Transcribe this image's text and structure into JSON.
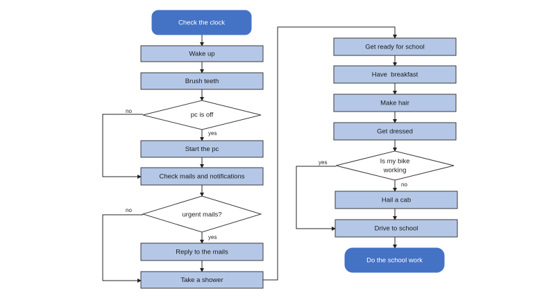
{
  "nodes": {
    "check_clock": "Check the clock",
    "wake_up": "Wake up",
    "brush_teeth": "Brush teeth",
    "pc_is_off": "pc is off",
    "start_pc": "Start the pc",
    "check_mails": "Check mails and notifications",
    "urgent_mails": "urgent mails?",
    "reply_mails": "Reply to the mails",
    "take_shower": "Take a shower",
    "get_ready": "Get ready for school",
    "have_breakfast": "Have  breakfast",
    "make_hair": "Make hair",
    "get_dressed": "Get dressed",
    "bike_line1": "Is my bike",
    "bike_line2": "working",
    "hail_cab": "Hail a cab",
    "drive_school": "Drive to school",
    "school_work": "Do the school work"
  },
  "labels": {
    "pc_no": "no",
    "pc_yes": "yes",
    "urgent_no": "no",
    "urgent_yes": "yes",
    "bike_yes": "yes",
    "bike_no": "no"
  },
  "colors": {
    "terminal": "#4472c4",
    "process": "#b4c7e7",
    "decision": "#ffffff"
  }
}
